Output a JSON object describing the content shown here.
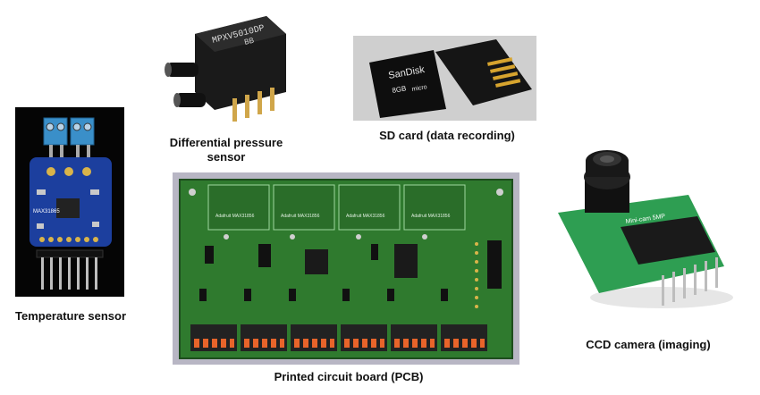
{
  "captions": {
    "temperature": "Temperature sensor",
    "pressure_line1": "Differential pressure",
    "pressure_line2": "sensor",
    "sd": "SD card (data recording)",
    "pcb": "Printed circuit board (PCB)",
    "camera": "CCD camera (imaging)"
  },
  "component_text": {
    "pressure_model": "MPXV5010DP",
    "pressure_code": "BB",
    "sd_brand": "SanDisk",
    "sd_capacity": "8GB",
    "sd_type": "micro",
    "temp_chip": "MAX31865",
    "camera_label": "Mini-cam 5MP",
    "pcb_header_1": "Adafruit MAX31856",
    "pcb_header_2": "Adafruit MAX31856",
    "pcb_header_3": "Adafruit MAX31856",
    "pcb_header_4": "Adafruit MAX31856"
  },
  "colors": {
    "pcb_green": "#2f7a2e",
    "breakout_blue": "#1c3f9e",
    "terminal_blue": "#3a8fc9",
    "connector_orange": "#e8642a",
    "camera_green": "#2e9e52"
  }
}
